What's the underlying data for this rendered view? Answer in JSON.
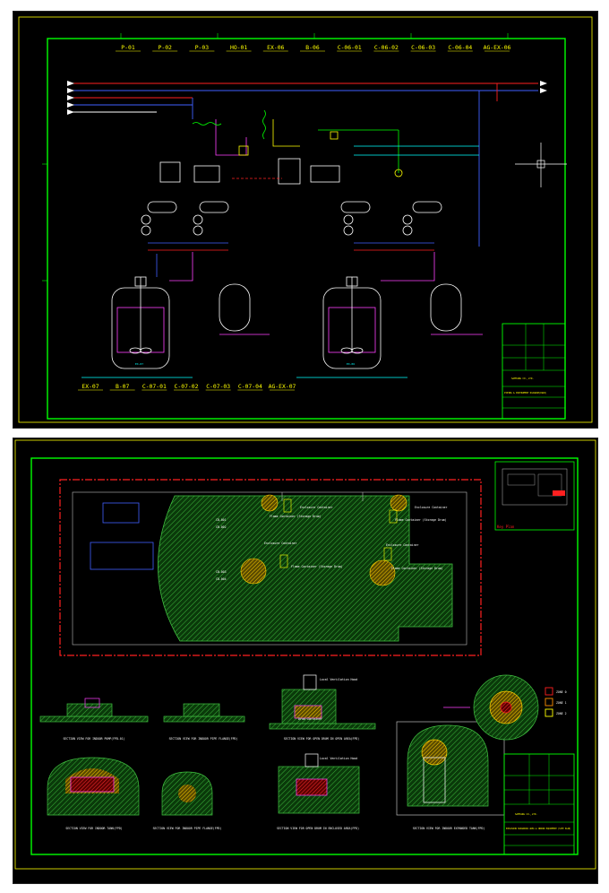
{
  "sheet1": {
    "equipment_top": [
      {
        "tag": "P-01"
      },
      {
        "tag": "P-02"
      },
      {
        "tag": "P-03"
      },
      {
        "tag": "HO-01"
      },
      {
        "tag": "EX-06"
      },
      {
        "tag": "B-06"
      },
      {
        "tag": "C-06-01"
      },
      {
        "tag": "C-06-02"
      },
      {
        "tag": "C-06-03"
      },
      {
        "tag": "C-06-04"
      },
      {
        "tag": "AG-EX-06"
      }
    ],
    "equipment_bottom": [
      {
        "tag": "EX-07"
      },
      {
        "tag": "B-07"
      },
      {
        "tag": "C-07-01"
      },
      {
        "tag": "C-07-02"
      },
      {
        "tag": "C-07-03"
      },
      {
        "tag": "C-07-04"
      },
      {
        "tag": "AG-EX-07"
      }
    ],
    "title_block": {
      "company": "SAMYANG CO.,LTD.",
      "drawing_title": "PIPING & INSTRUMENT DIAGRAM(P&ID)"
    },
    "vessel_labels": [
      "EX-07",
      "EX-06"
    ]
  },
  "sheet2": {
    "key_plan_title": "Key Plan",
    "zone_legend": [
      {
        "label": "ZONE 0",
        "color": "#ff2020"
      },
      {
        "label": "ZONE 1",
        "color": "#ff9000"
      },
      {
        "label": "ZONE 2",
        "color": "#ffff00"
      }
    ],
    "title_block": {
      "company": "SAMYANG CO.,LTD.",
      "drawing_title": "EXPLOSION HAZARDOUS AREA & INDOOR EQUIPMENT (SITE PLAN)"
    },
    "area_notes": [
      "Enclosure Container",
      "Enclosure Container",
      "Enclosure Container",
      "Enclosure Container",
      "Flame Container (Storage Drum)",
      "Flame Container (Storage Drum)",
      "Flame Container (Storage Drum)",
      "Flame Container (Storage Drum)"
    ],
    "equipment_tags": [
      "CB-001",
      "CB-002",
      "CB-003",
      "CB-004"
    ],
    "section_titles": [
      "SECTION VIEW FOR INDOOR PUMP(FPD-01)",
      "SECTION VIEW FOR INDOOR PIPE FLANGE(FPD)",
      "SECTION VIEW FOR OPEN DRUM IN OPEN AREA(FPD)",
      "SECTION VIEW FOR INDOOR TANK(FPD)",
      "SECTION VIEW FOR INDOOR PIPE FLANGE(FPD)",
      "SECTION VIEW FOR OPEN DRUM IN ENCLOSED AREA(FPD)",
      "SECTION VIEW FOR INDOOR EXPANDED TANK(FPD)"
    ],
    "section_notes": [
      "Local Ventilation Hood",
      "Local Ventilation Hood",
      "Drum Container"
    ]
  }
}
